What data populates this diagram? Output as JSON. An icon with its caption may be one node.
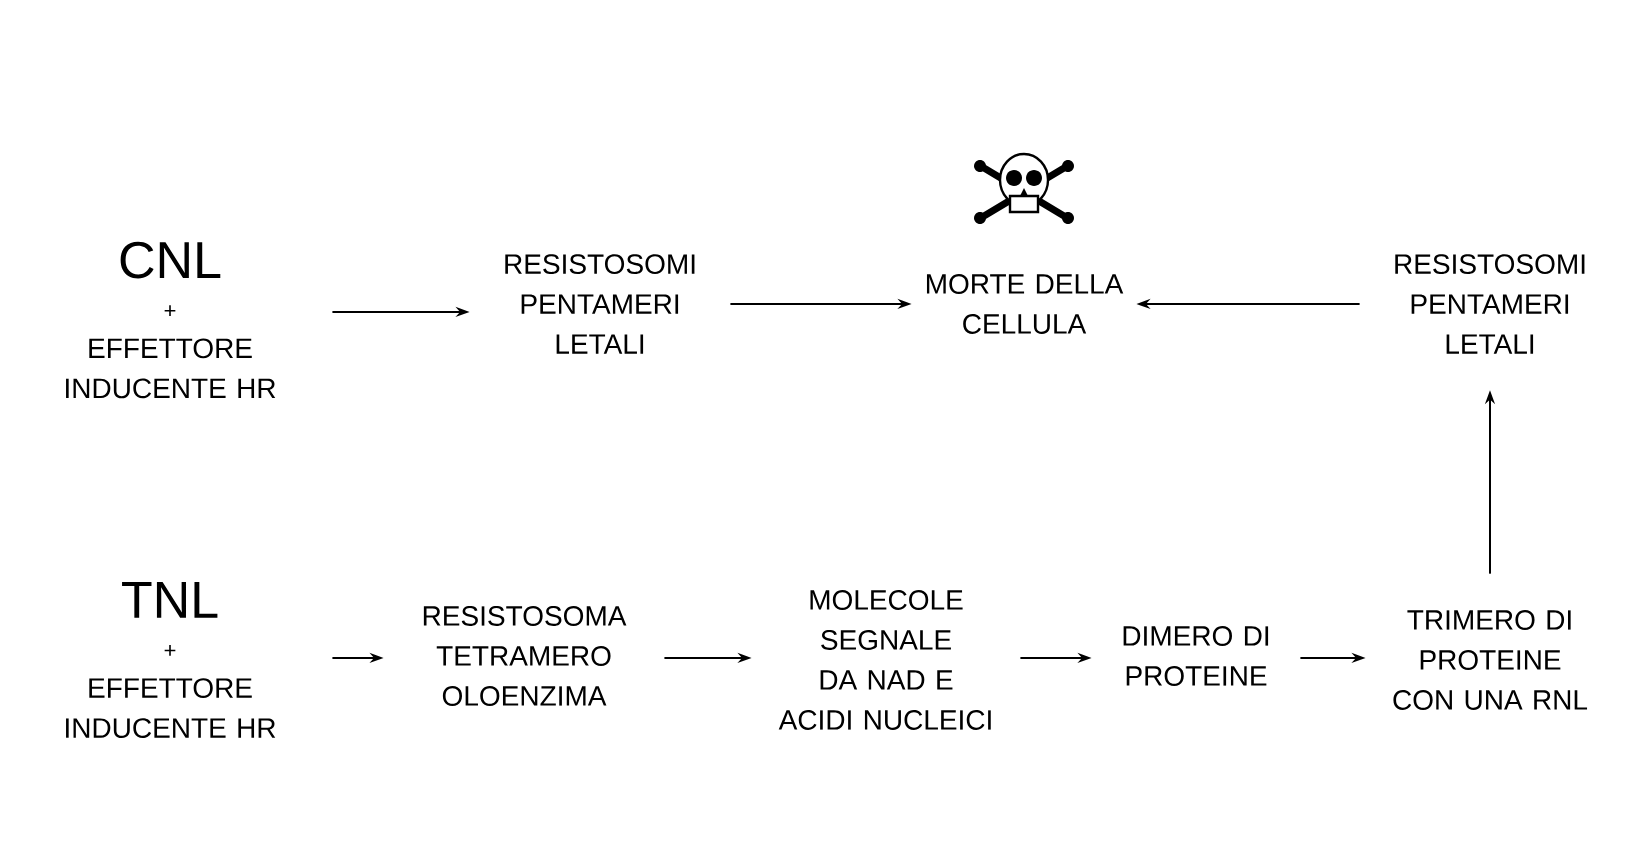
{
  "diagram": {
    "nodes": [
      {
        "text": [
          "CNL",
          "+",
          "EFFETTORE INDUCENTE HR"
        ]
      },
      {
        "text": [
          "RESISTOSOMI PENTAMERI LETALI"
        ]
      },
      {
        "text": [
          "MORTE DELLA CELLULA"
        ]
      },
      {
        "text": [
          "RESISTOSOMI PENTAMERI LETALI"
        ]
      },
      {
        "text": [
          "TNL",
          "+",
          "EFFETTORE INDUCENTE HR"
        ]
      },
      {
        "text": [
          "RESISTOSOMA TETRAMERO OLOENZIMA"
        ]
      },
      {
        "text": [
          "MOLECOLE SEGNALE DA NAD E ACIDI NUCLEICI"
        ]
      },
      {
        "text": [
          "DIMERO DI PROTEINE"
        ]
      },
      {
        "text": [
          "TRIMERO DI PROTEINE CON UNA RNL"
        ]
      }
    ],
    "edges": [
      {
        "from": 0,
        "to": 1,
        "arrow": "to"
      },
      {
        "from": 1,
        "to": 2,
        "arrow": "to"
      },
      {
        "from": 3,
        "to": 2,
        "arrow": "to"
      },
      {
        "from": 4,
        "to": 5,
        "arrow": "to"
      },
      {
        "from": 5,
        "to": 6,
        "arrow": "to"
      },
      {
        "from": 6,
        "to": 7,
        "arrow": "to"
      },
      {
        "from": 7,
        "to": 8,
        "arrow": "to"
      },
      {
        "from": 8,
        "to": 3,
        "arrow": "to"
      }
    ]
  }
}
